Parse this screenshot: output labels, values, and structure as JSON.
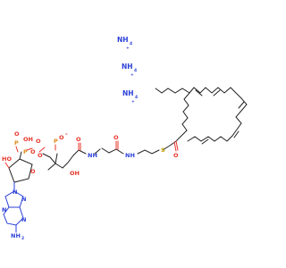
{
  "ions": [
    {
      "text": "NH",
      "sub": "4",
      "charge": "+"
    },
    {
      "text": "NH",
      "sub": "4",
      "charge": "+"
    },
    {
      "text": "NH",
      "sub": "4",
      "charge": "+"
    }
  ],
  "atoms": {
    "p1": "P",
    "p2": "P",
    "p3": "P",
    "o": "O",
    "o_minus": "O",
    "minus": "-",
    "oh": "OH",
    "ho": "HO",
    "nh": "NH",
    "n": "N",
    "nh2": "NH",
    "s": "S",
    "h": "H",
    "two": "2"
  },
  "colors": {
    "oxygen": "#e8352a",
    "nitrogen": "#2a3fd8",
    "phosphorus": "#e08a1c",
    "sulfur": "#c8a800",
    "carbon": "#222222"
  }
}
